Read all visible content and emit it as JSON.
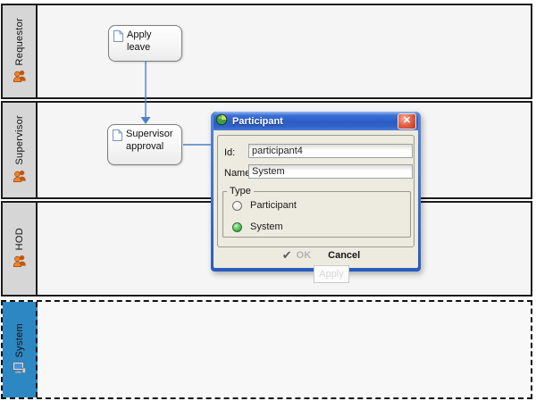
{
  "lanes": [
    {
      "label": "Requestor",
      "icon": "participants-icon",
      "selected": false
    },
    {
      "label": "Supervisor",
      "icon": "participants-icon",
      "selected": false
    },
    {
      "label": "HOD",
      "icon": "participants-icon",
      "selected": false
    },
    {
      "label": "System",
      "icon": "computer-icon",
      "selected": true
    }
  ],
  "activities": [
    {
      "label": "Apply leave"
    },
    {
      "label": "Supervisor approval"
    }
  ],
  "dialog": {
    "title": "Participant",
    "id_label": "Id:",
    "id_value": "participant4",
    "name_label": "Name:",
    "name_value": "System",
    "type_legend": "Type",
    "type_options": [
      {
        "label": "Participant",
        "selected": false
      },
      {
        "label": "System",
        "selected": true
      }
    ],
    "ok_label": "OK",
    "cancel_label": "Cancel"
  },
  "tooltip": "Apply",
  "icons": {
    "close": "✕",
    "ok_check": "✔"
  },
  "colors": {
    "selected_lane_header": "#2d87c3",
    "lane_header": "#d6d6d6",
    "lane_body": "#f5f5f5",
    "connector": "#4d82c8",
    "titlebar_blue": "#2f66cc",
    "radio_selected_green": "#46c152",
    "close_red": "#d9503c"
  }
}
